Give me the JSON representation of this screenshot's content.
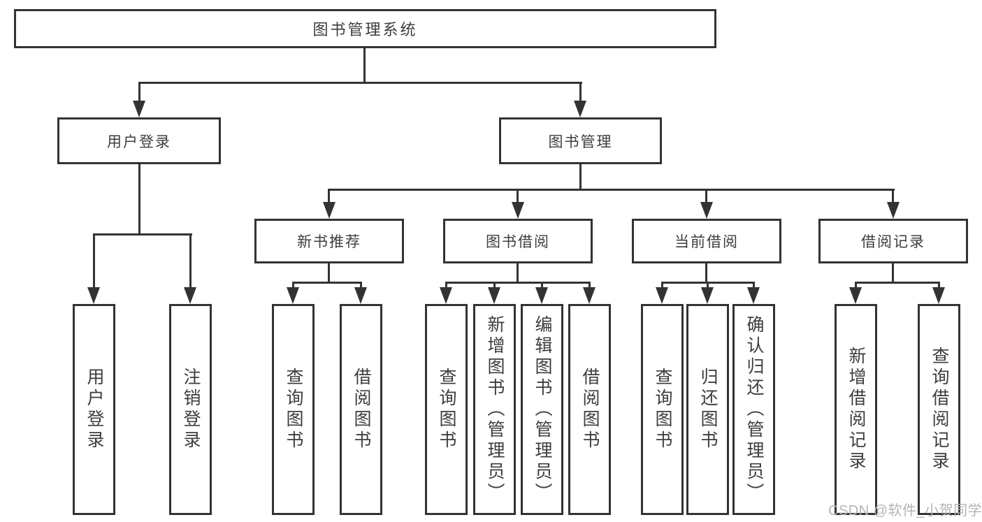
{
  "nodes": {
    "root": "图书管理系统",
    "user_login": "用户登录",
    "book_mgmt": "图书管理",
    "new_book_rec": "新书推荐",
    "book_borrow": "图书借阅",
    "current_borrow": "当前借阅",
    "borrow_records": "借阅记录",
    "leaf_user_login": "用户登录",
    "leaf_logout": "注销登录",
    "leaf_nb_query": "查询图书",
    "leaf_nb_borrow": "借阅图书",
    "leaf_bb_query": "查询图书",
    "leaf_bb_add": "新增图书（管理员）",
    "leaf_bb_edit": "编辑图书（管理员）",
    "leaf_bb_borrow": "借阅图书",
    "leaf_cb_query": "查询图书",
    "leaf_cb_return": "归还图书",
    "leaf_cb_confirm": "确认归还（管理员）",
    "leaf_br_add": "新增借阅记录",
    "leaf_br_query": "查询借阅记录"
  },
  "watermark": "CSDN @软件_小贺同学",
  "colors": {
    "line": "#333333",
    "text": "#3d3d3d",
    "watermark": "#b4b4b4",
    "background": "#ffffff"
  }
}
